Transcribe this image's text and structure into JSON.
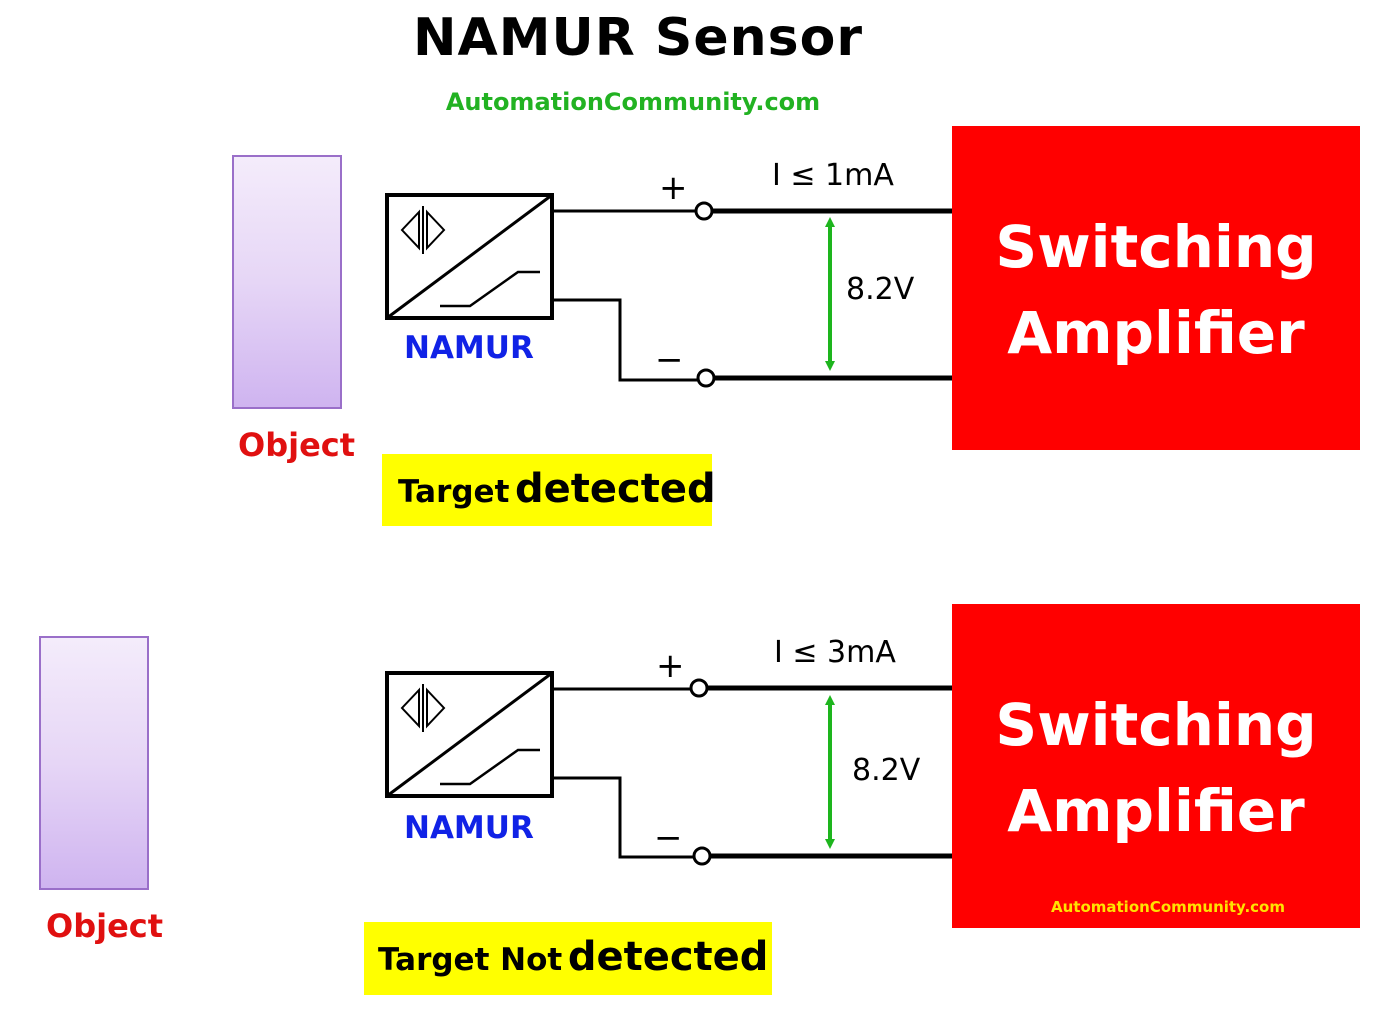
{
  "title": "NAMUR Sensor",
  "site": "AutomationCommunity.com",
  "colors": {
    "amplifier": "#ff0000",
    "object_border": "#9a6fc9",
    "namur_label": "#1022e6",
    "object_label": "#e01010",
    "site_green": "#22b222",
    "voltage_arrow": "#1db51d",
    "status_highlight": "#ffff00",
    "amp_site": "#ffe200"
  },
  "panels": [
    {
      "object_label": "Object",
      "sensor_label": "NAMUR",
      "plus_sign": "+",
      "minus_sign": "−",
      "current": "I ≤ 1mA",
      "voltage": "8.2V",
      "amplifier_line1": "Switching",
      "amplifier_line2": "Amplifier",
      "status_small": "Target",
      "status_big": "detected"
    },
    {
      "object_label": "Object",
      "sensor_label": "NAMUR",
      "plus_sign": "+",
      "minus_sign": "−",
      "current": "I ≤ 3mA",
      "voltage": "8.2V",
      "amplifier_line1": "Switching",
      "amplifier_line2": "Amplifier",
      "amplifier_site": "AutomationCommunity.com",
      "status_small": "Target Not",
      "status_big": "detected"
    }
  ]
}
